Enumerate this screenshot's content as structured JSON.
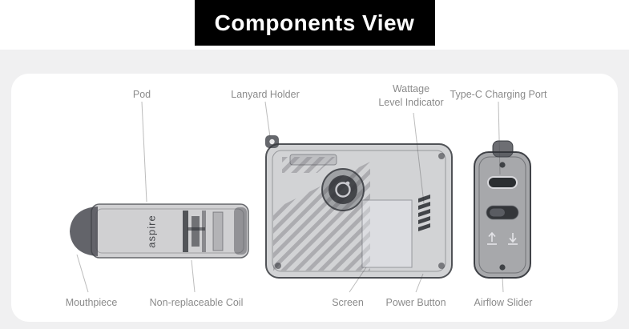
{
  "title": "Components View",
  "labels": {
    "pod": "Pod",
    "lanyard_holder": "Lanyard Holder",
    "wattage_line1": "Wattage",
    "wattage_line2": "Level Indicator",
    "type_c": "Type-C Charging Port",
    "mouthpiece": "Mouthpiece",
    "coil": "Non-replaceable Coil",
    "screen": "Screen",
    "power_button": "Power Button",
    "airflow_slider": "Airflow Slider"
  },
  "device": {
    "pod_brand": "aspire"
  },
  "colors": {
    "banner_bg": "#000000",
    "banner_text": "#ffffff",
    "page_bg": "#f0f0f1",
    "card_bg": "#ffffff",
    "label_text": "#8b8b8b",
    "leader_line": "#bcbcbc"
  }
}
